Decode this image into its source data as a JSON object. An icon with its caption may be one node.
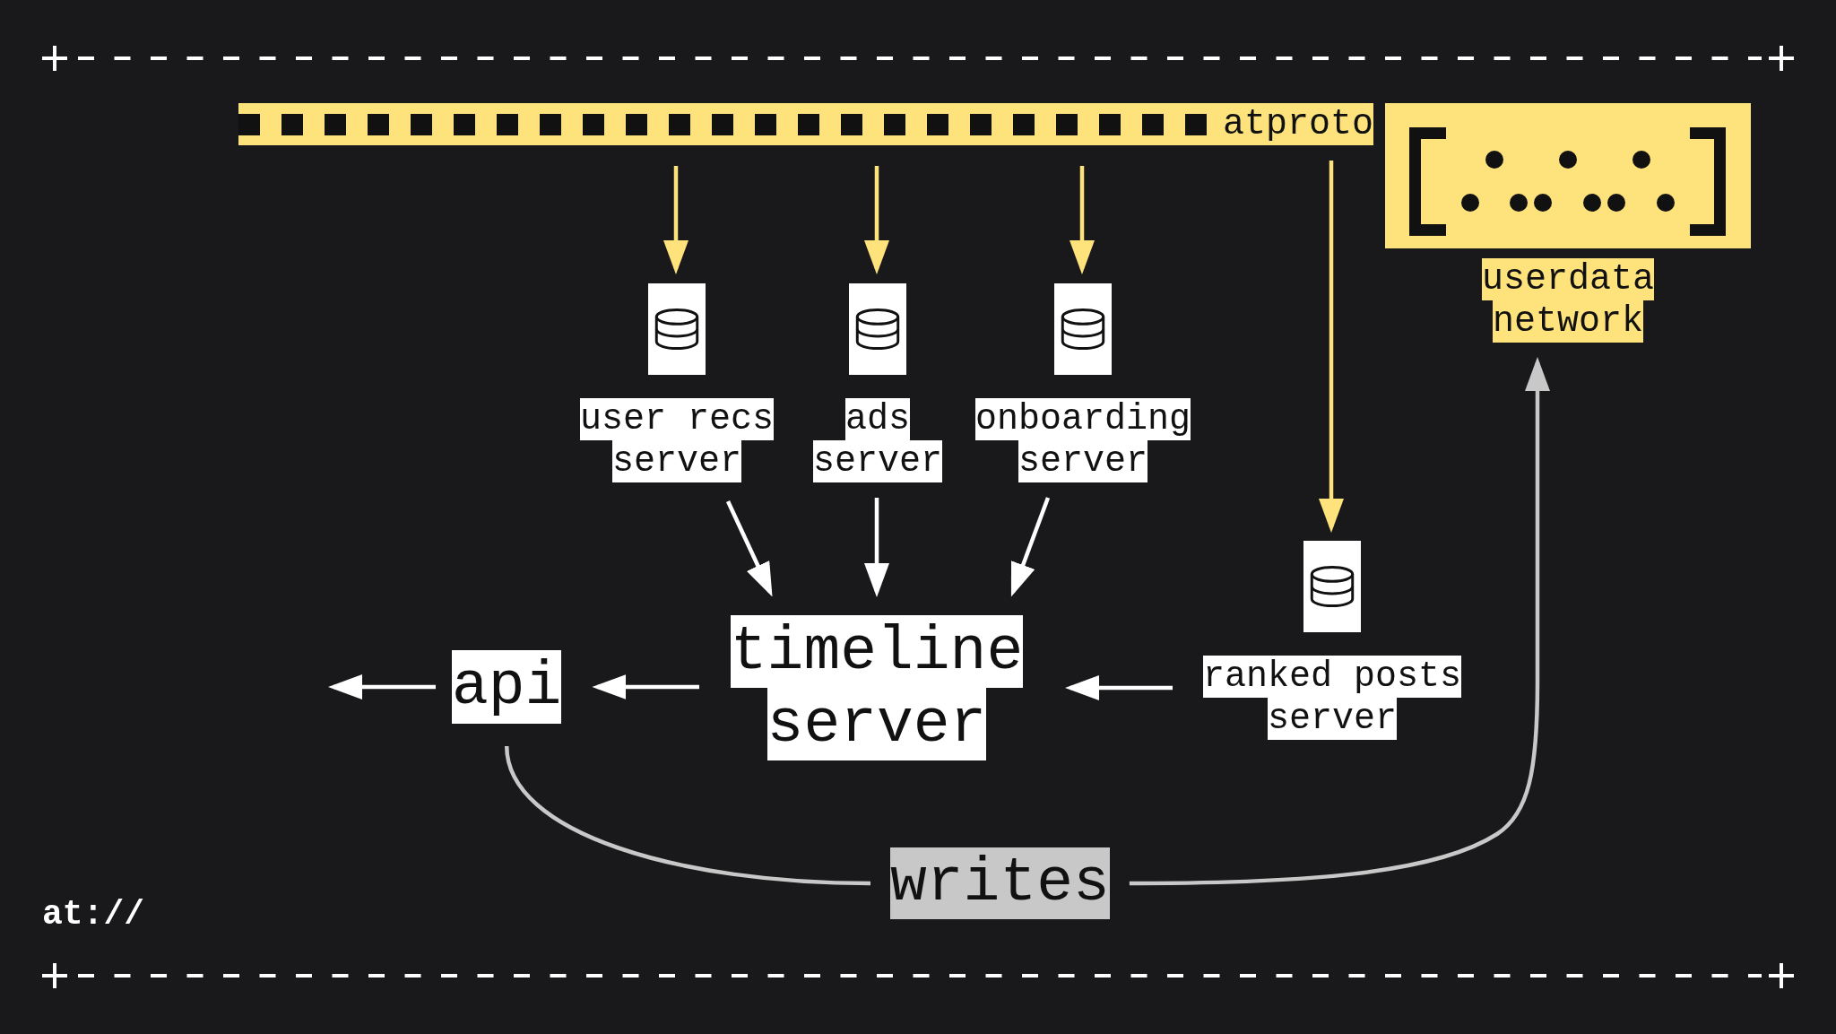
{
  "diagram": {
    "nodes": [
      {
        "text": [
          "atproto"
        ]
      },
      {
        "text": [
          "userdata network"
        ]
      },
      {
        "text": [
          "user recs server"
        ]
      },
      {
        "text": [
          "ads server"
        ]
      },
      {
        "text": [
          "onboarding server"
        ]
      },
      {
        "text": [
          "api"
        ]
      },
      {
        "text": [
          "timeline server"
        ]
      },
      {
        "text": [
          "ranked posts server"
        ]
      }
    ],
    "edges": [
      {
        "from": 0,
        "to": 2,
        "arrow": "to",
        "color": "#fee27b"
      },
      {
        "from": 0,
        "to": 3,
        "arrow": "to",
        "color": "#fee27b"
      },
      {
        "from": 0,
        "to": 4,
        "arrow": "to",
        "color": "#fee27b"
      },
      {
        "from": 0,
        "to": 7,
        "arrow": "to",
        "color": "#fee27b"
      },
      {
        "from": 2,
        "to": 6,
        "arrow": "to"
      },
      {
        "from": 3,
        "to": 6,
        "arrow": "to"
      },
      {
        "from": 4,
        "to": 6,
        "arrow": "to"
      },
      {
        "from": 7,
        "to": 6,
        "arrow": "to"
      },
      {
        "from": 6,
        "to": 5,
        "arrow": "to"
      },
      {
        "from": 5,
        "to": null,
        "arrow": "to"
      },
      {
        "from": 5,
        "to": 1,
        "arrow": "to",
        "label": "writes",
        "color": "#c8c8c8"
      }
    ],
    "labels": [
      "at://"
    ]
  }
}
